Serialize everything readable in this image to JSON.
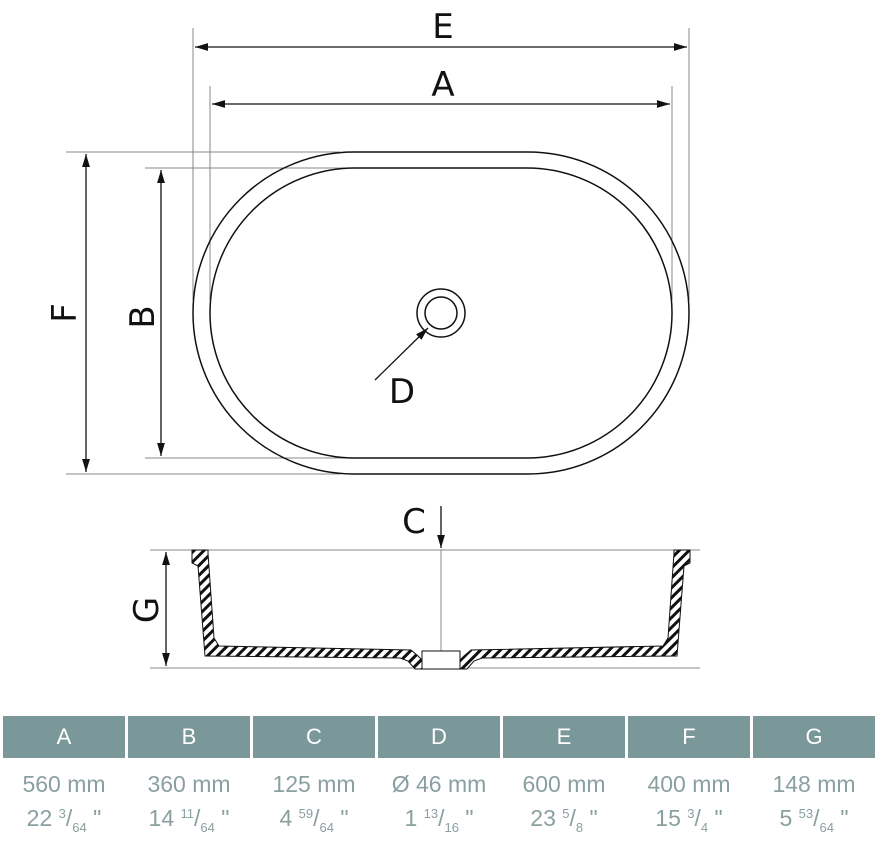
{
  "labels": {
    "A": "A",
    "B": "B",
    "C": "C",
    "D": "D",
    "E": "E",
    "F": "F",
    "G": "G"
  },
  "table": [
    {
      "key": "A",
      "mm": "560 mm",
      "whole": "22",
      "num": "3",
      "den": "64"
    },
    {
      "key": "B",
      "mm": "360 mm",
      "whole": "14",
      "num": "11",
      "den": "64"
    },
    {
      "key": "C",
      "mm": "125 mm",
      "whole": "4",
      "num": "59",
      "den": "64"
    },
    {
      "key": "D",
      "mm": "Ø 46 mm",
      "whole": "1",
      "num": "13",
      "den": "16"
    },
    {
      "key": "E",
      "mm": "600 mm",
      "whole": "23",
      "num": "5",
      "den": "8"
    },
    {
      "key": "F",
      "mm": "400 mm",
      "whole": "15",
      "num": "3",
      "den": "4"
    },
    {
      "key": "G",
      "mm": "148 mm",
      "whole": "5",
      "num": "53",
      "den": "64"
    }
  ],
  "inch_mark": "\"",
  "colors": {
    "header": "#7a9799",
    "value": "#8a9fa0"
  }
}
